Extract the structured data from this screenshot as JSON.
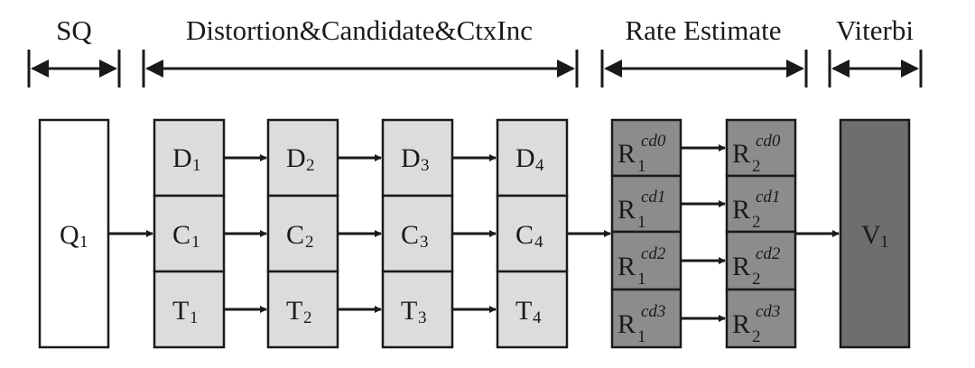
{
  "stages": {
    "sq": "SQ",
    "distortion": "Distortion&Candidate&CtxInc",
    "rate": "Rate Estimate",
    "viterbi": "Viterbi"
  },
  "blocks": {
    "q": {
      "letter": "Q",
      "sub": "1"
    },
    "d": [
      {
        "letter": "D",
        "sub": "1"
      },
      {
        "letter": "D",
        "sub": "2"
      },
      {
        "letter": "D",
        "sub": "3"
      },
      {
        "letter": "D",
        "sub": "4"
      }
    ],
    "c": [
      {
        "letter": "C",
        "sub": "1"
      },
      {
        "letter": "C",
        "sub": "2"
      },
      {
        "letter": "C",
        "sub": "3"
      },
      {
        "letter": "C",
        "sub": "4"
      }
    ],
    "t": [
      {
        "letter": "T",
        "sub": "1"
      },
      {
        "letter": "T",
        "sub": "2"
      },
      {
        "letter": "T",
        "sub": "3"
      },
      {
        "letter": "T",
        "sub": "4"
      }
    ],
    "r1": [
      {
        "letter": "R",
        "sub": "1",
        "sup": "cd0"
      },
      {
        "letter": "R",
        "sub": "1",
        "sup": "cd1"
      },
      {
        "letter": "R",
        "sub": "1",
        "sup": "cd2"
      },
      {
        "letter": "R",
        "sub": "1",
        "sup": "cd3"
      }
    ],
    "r2": [
      {
        "letter": "R",
        "sub": "2",
        "sup": "cd0"
      },
      {
        "letter": "R",
        "sub": "2",
        "sup": "cd1"
      },
      {
        "letter": "R",
        "sub": "2",
        "sup": "cd2"
      },
      {
        "letter": "R",
        "sub": "2",
        "sup": "cd3"
      }
    ],
    "v": {
      "letter": "V",
      "sub": "1"
    }
  },
  "colors": {
    "white_block": "#ffffff",
    "light_block": "#dcdcdc",
    "mid_block": "#8c8c8c",
    "dark_block": "#6e6e6e",
    "line": "#1a1a1a"
  }
}
